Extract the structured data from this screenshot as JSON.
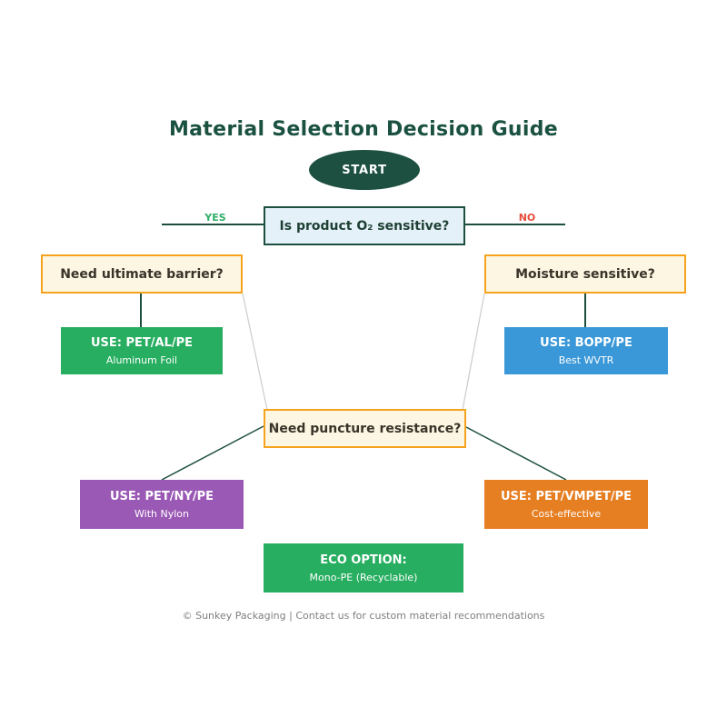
{
  "title": "Material Selection Decision Guide",
  "footer": "© Sunkey Packaging | Contact us for custom material recommendations",
  "colors": {
    "dark_green": "#1c4f3f",
    "title_green": "#1a5140",
    "question_fill": "#fdf6e2",
    "question_border": "#f5a31c",
    "oxygen_box_fill": "#e4f1f8",
    "yes_green": "#2eae66",
    "no_red": "#e74c3c",
    "gray_connector": "#cccccc",
    "footer_gray": "#7f7f7f"
  },
  "flowchart": {
    "start": {
      "label": "START",
      "color": "#1d5041"
    },
    "q_oxygen": {
      "label": "Is product O₂ sensitive?",
      "yes_label": "YES",
      "no_label": "NO"
    },
    "q_barrier": {
      "label": "Need ultimate barrier?"
    },
    "q_moisture": {
      "label": "Moisture sensitive?"
    },
    "q_puncture": {
      "label": "Need puncture resistance?"
    },
    "result_foil": {
      "title": "USE: PET/AL/PE",
      "subtitle": "Aluminum Foil",
      "color": "#27ae60"
    },
    "result_bopp": {
      "title": "USE: BOPP/PE",
      "subtitle": "Best WVTR",
      "color": "#3a98d8"
    },
    "result_nylon": {
      "title": "USE: PET/NY/PE",
      "subtitle": "With Nylon",
      "color": "#9b59b6"
    },
    "result_vmpet": {
      "title": "USE: PET/VMPET/PE",
      "subtitle": "Cost-effective",
      "color": "#e67e22"
    },
    "result_eco": {
      "title": "ECO OPTION:",
      "subtitle": "Mono-PE (Recyclable)",
      "color": "#27ae60"
    }
  }
}
